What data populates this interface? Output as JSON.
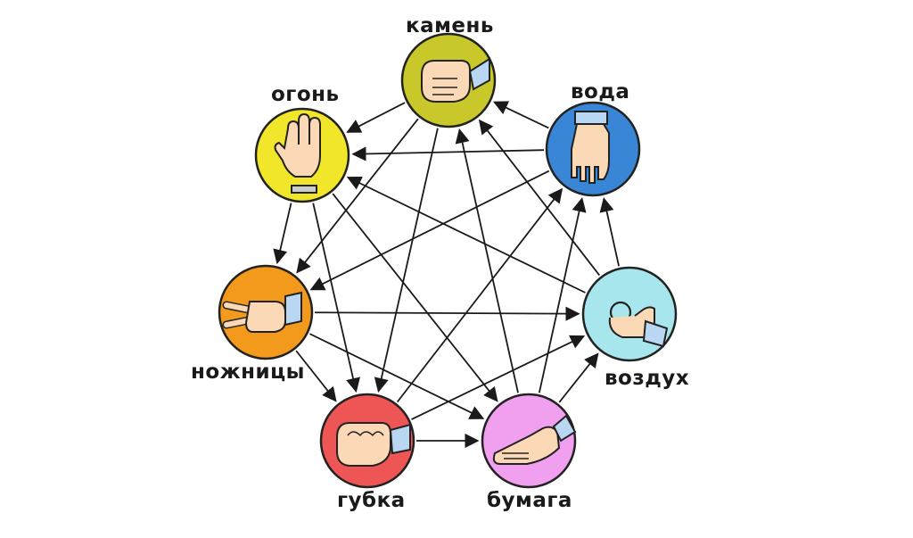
{
  "nodes": [
    {
      "id": "stone",
      "label": "камень",
      "color": "#c8c82a",
      "icon": "fist-hand-icon"
    },
    {
      "id": "water",
      "label": "вода",
      "color": "#3a86d6",
      "icon": "flat-hand-down-icon"
    },
    {
      "id": "air",
      "label": "воздух",
      "color": "#a8e6ee",
      "icon": "ok-hand-icon"
    },
    {
      "id": "paper",
      "label": "бумага",
      "color": "#f0a0ee",
      "icon": "flat-palm-hand-icon"
    },
    {
      "id": "sponge",
      "label": "губка",
      "color": "#ee5555",
      "icon": "clasped-fist-hand-icon"
    },
    {
      "id": "scissors",
      "label": "ножницы",
      "color": "#f39a1c",
      "icon": "victory-hand-icon"
    },
    {
      "id": "fire",
      "label": "огонь",
      "color": "#f2e62a",
      "icon": "three-fingers-hand-icon"
    }
  ],
  "edges": [
    [
      "stone",
      "fire"
    ],
    [
      "stone",
      "scissors"
    ],
    [
      "stone",
      "sponge"
    ],
    [
      "water",
      "stone"
    ],
    [
      "water",
      "fire"
    ],
    [
      "water",
      "scissors"
    ],
    [
      "air",
      "water"
    ],
    [
      "air",
      "stone"
    ],
    [
      "air",
      "fire"
    ],
    [
      "paper",
      "air"
    ],
    [
      "paper",
      "water"
    ],
    [
      "paper",
      "stone"
    ],
    [
      "sponge",
      "paper"
    ],
    [
      "sponge",
      "air"
    ],
    [
      "sponge",
      "water"
    ],
    [
      "scissors",
      "sponge"
    ],
    [
      "scissors",
      "paper"
    ],
    [
      "scissors",
      "air"
    ],
    [
      "fire",
      "scissors"
    ],
    [
      "fire",
      "sponge"
    ],
    [
      "fire",
      "paper"
    ]
  ]
}
